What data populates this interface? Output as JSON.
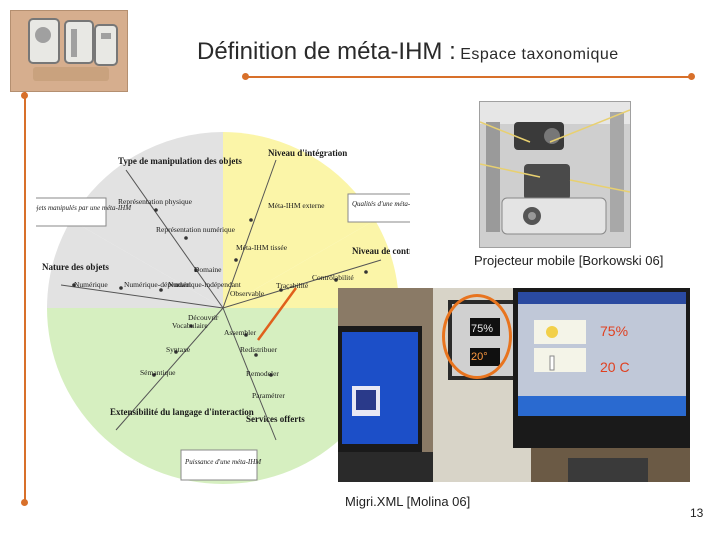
{
  "header": {
    "title": "Définition de méta-IHM :",
    "subtitle": "Espace taxonomique"
  },
  "wheel": {
    "sectors": {
      "manipulation_type": "Type de manipulation des objets",
      "integration_level": "Niveau d'intégration",
      "objects_nature": "Nature des objets",
      "control_level": "Niveau de contrôle",
      "language_extensibility": "Extensibilité du langage d'interaction",
      "services_offered": "Services offerts"
    },
    "labels": {
      "physical_rep": "Représentation physique",
      "numeric_rep": "Représentation numérique",
      "external_meta": "Méta-IHM externe",
      "woven_meta": "Méta-IHM tissée",
      "observable": "Observable",
      "traceable": "Traçabilité",
      "controllable": "Contrôlabilité",
      "numeric": "Numérique",
      "numeric_dependent": "Numérique-dépendant",
      "numeric_independent": "Numérique-indépendant",
      "discover": "Découvrir",
      "vocabulary": "Vocabulaire",
      "assemble": "Assembler",
      "syntax": "Syntaxe",
      "redistribute": "Redistribuer",
      "semantics": "Sémantique",
      "remodel": "Remodeler",
      "parameter": "Paramétrer",
      "domain": "Domaine"
    },
    "boxes": {
      "manipulated_objects": "Objets manipulés par une méta-IHM",
      "meta_qualities": "Qualités d'une méta-IHM",
      "meta_power": "Puissance d'une méta-IHM"
    },
    "colors": {
      "yellow": "#fbf5a8",
      "green": "#d6efc0",
      "grey": "#e2e2e2"
    }
  },
  "projector_caption": "Projecteur mobile [Borkowski 06]",
  "molina_caption": "Migri.XML [Molina 06]",
  "screen_values": {
    "percent": "75%",
    "temperature": "20 C",
    "percent_small": "75%",
    "temperature_small": "20°"
  },
  "page_number": "13"
}
